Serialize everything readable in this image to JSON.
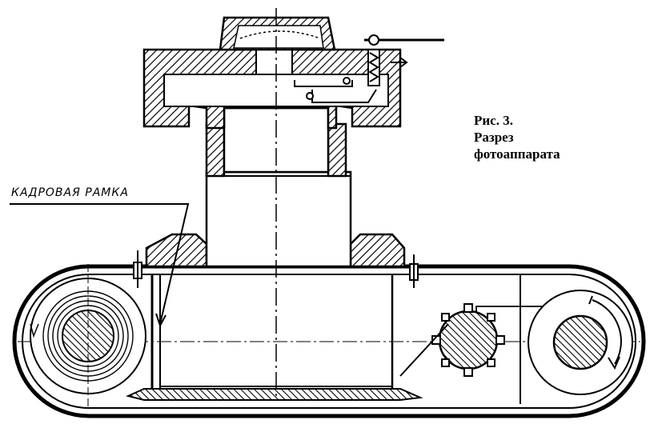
{
  "figure": {
    "caption_line1": "Рис. 3.",
    "caption_line2": "Разрез",
    "caption_line3": "фотоаппарата"
  },
  "labels": {
    "frame": "КАДРОВАЯ РАМКА"
  },
  "colors": {
    "ink": "#000000",
    "paper": "#ffffff"
  }
}
